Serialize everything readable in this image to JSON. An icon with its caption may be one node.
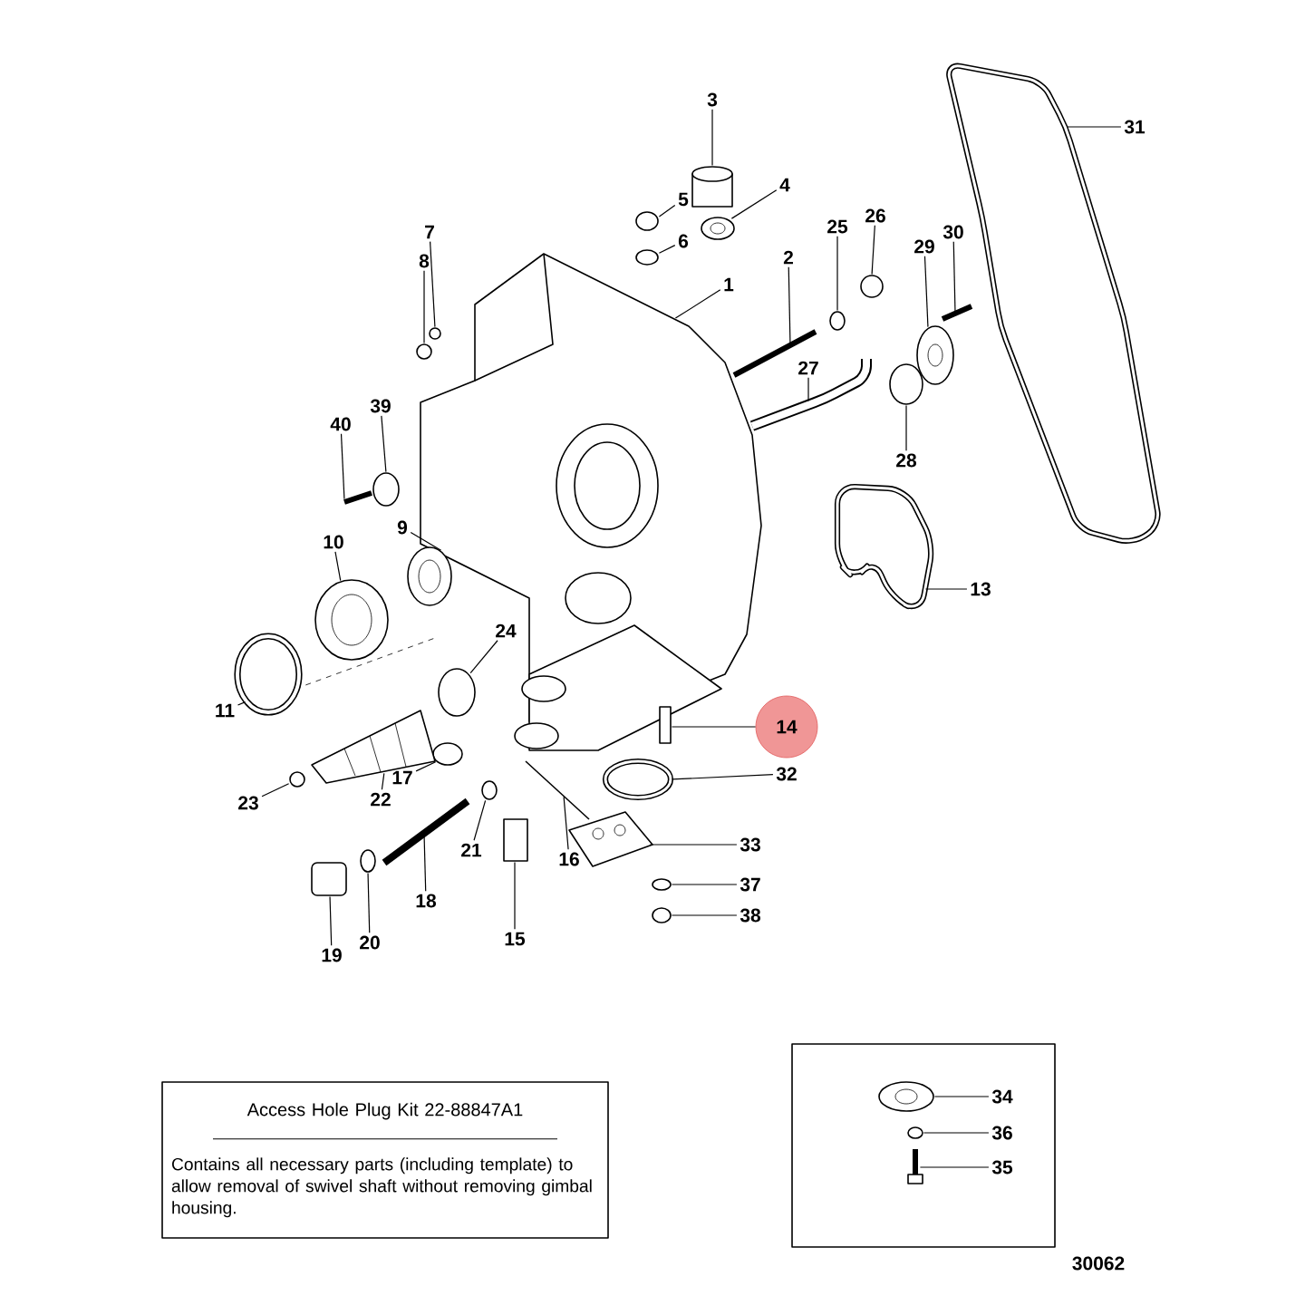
{
  "diagram": {
    "nodes": [
      {
        "text": [
          "1"
        ]
      },
      {
        "text": [
          "2"
        ]
      },
      {
        "text": [
          "3"
        ]
      },
      {
        "text": [
          "4"
        ]
      },
      {
        "text": [
          "5"
        ]
      },
      {
        "text": [
          "6"
        ]
      },
      {
        "text": [
          "7"
        ]
      },
      {
        "text": [
          "8"
        ]
      },
      {
        "text": [
          "9"
        ]
      },
      {
        "text": [
          "10"
        ]
      },
      {
        "text": [
          "11"
        ]
      },
      {
        "text": [
          "13"
        ]
      },
      {
        "text": [
          "14"
        ]
      },
      {
        "text": [
          "15"
        ]
      },
      {
        "text": [
          "16"
        ]
      },
      {
        "text": [
          "17"
        ]
      },
      {
        "text": [
          "18"
        ]
      },
      {
        "text": [
          "19"
        ]
      },
      {
        "text": [
          "20"
        ]
      },
      {
        "text": [
          "21"
        ]
      },
      {
        "text": [
          "22"
        ]
      },
      {
        "text": [
          "23"
        ]
      },
      {
        "text": [
          "24"
        ]
      },
      {
        "text": [
          "25"
        ]
      },
      {
        "text": [
          "26"
        ]
      },
      {
        "text": [
          "27"
        ]
      },
      {
        "text": [
          "28"
        ]
      },
      {
        "text": [
          "29"
        ]
      },
      {
        "text": [
          "30"
        ]
      },
      {
        "text": [
          "31"
        ]
      },
      {
        "text": [
          "32"
        ]
      },
      {
        "text": [
          "33"
        ]
      },
      {
        "text": [],
        "shape": "box"
      },
      {
        "text": [
          "34"
        ],
        "in": 32
      },
      {
        "text": [
          "36"
        ],
        "in": 32
      },
      {
        "text": [
          "35"
        ],
        "in": 32
      },
      {
        "text": [
          "37"
        ]
      },
      {
        "text": [
          "38"
        ]
      },
      {
        "text": [
          "39"
        ]
      },
      {
        "text": [
          "40"
        ]
      },
      {
        "text": [
          "Access Hole Plug Kit 22-88847A1",
          "Contains all necessary parts (including template) to allow removal of swivel shaft without removing gimbal housing."
        ]
      },
      {
        "text": [],
        "shape": "picture"
      },
      {
        "text": [],
        "shape": "picture"
      },
      {
        "text": [],
        "shape": "cylinder"
      },
      {
        "text": [],
        "shape": "circle"
      },
      {
        "text": [],
        "shape": "circle"
      },
      {
        "text": [],
        "shape": "circle"
      },
      {
        "text": [],
        "shape": "circle"
      },
      {
        "text": [],
        "shape": "circle"
      },
      {
        "text": [],
        "shape": "circle"
      },
      {
        "text": [],
        "shape": "circle"
      },
      {
        "text": [],
        "shape": "circle"
      },
      {
        "text": [],
        "shape": "picture"
      },
      {
        "text": [],
        "shape": "box"
      },
      {
        "text": [],
        "shape": "box"
      },
      {
        "text": [],
        "shape": "picture"
      },
      {
        "text": [],
        "shape": "circle"
      },
      {
        "text": [],
        "shape": "picture"
      },
      {
        "text": [],
        "shape": "box"
      },
      {
        "text": [],
        "shape": "circle"
      },
      {
        "text": [],
        "shape": "circle"
      },
      {
        "text": [],
        "shape": "picture"
      },
      {
        "text": [],
        "shape": "circle"
      },
      {
        "text": [],
        "shape": "circle"
      },
      {
        "text": [],
        "shape": "circle"
      },
      {
        "text": [],
        "shape": "circle"
      },
      {
        "text": [],
        "shape": "picture"
      },
      {
        "text": [],
        "shape": "circle"
      },
      {
        "text": [],
        "shape": "circle"
      },
      {
        "text": [],
        "shape": "picture"
      },
      {
        "text": [],
        "shape": "picture"
      },
      {
        "text": [],
        "shape": "circle"
      },
      {
        "text": [],
        "shape": "picture"
      },
      {
        "text": [],
        "shape": "circle",
        "in": 32
      },
      {
        "text": [],
        "shape": "circle",
        "in": 32
      },
      {
        "text": [],
        "shape": "picture",
        "in": 32
      },
      {
        "text": [],
        "shape": "circle"
      },
      {
        "text": [],
        "shape": "circle"
      },
      {
        "text": [],
        "shape": "circle"
      },
      {
        "text": [],
        "shape": "picture"
      }
    ],
    "edges": [
      {
        "from": 0,
        "to": 41,
        "arrow": "none"
      },
      {
        "from": 1,
        "to": 42,
        "arrow": "none"
      },
      {
        "from": 2,
        "to": 43,
        "arrow": "none"
      },
      {
        "from": 3,
        "to": 44,
        "arrow": "none"
      },
      {
        "from": 4,
        "to": 45,
        "arrow": "none"
      },
      {
        "from": 5,
        "to": 46,
        "arrow": "none"
      },
      {
        "from": 6,
        "to": 47,
        "arrow": "none"
      },
      {
        "from": 7,
        "to": 48,
        "arrow": "none"
      },
      {
        "from": 8,
        "to": 49,
        "arrow": "none"
      },
      {
        "from": 9,
        "to": 50,
        "arrow": "none"
      },
      {
        "from": 10,
        "to": 51,
        "arrow": "none"
      },
      {
        "from": 11,
        "to": 52,
        "arrow": "none"
      },
      {
        "from": 12,
        "to": 53,
        "arrow": "none"
      },
      {
        "from": 13,
        "to": 54,
        "arrow": "none"
      },
      {
        "from": 14,
        "to": 55,
        "arrow": "none"
      },
      {
        "from": 15,
        "to": 56,
        "arrow": "none"
      },
      {
        "from": 16,
        "to": 57,
        "arrow": "none"
      },
      {
        "from": 17,
        "to": 58,
        "arrow": "none"
      },
      {
        "from": 18,
        "to": 59,
        "arrow": "none"
      },
      {
        "from": 19,
        "to": 60,
        "arrow": "none"
      },
      {
        "from": 20,
        "to": 61,
        "arrow": "none"
      },
      {
        "from": 21,
        "to": 62,
        "arrow": "none"
      },
      {
        "from": 22,
        "to": 63,
        "arrow": "none"
      },
      {
        "from": 23,
        "to": 64,
        "arrow": "none"
      },
      {
        "from": 24,
        "to": 65,
        "arrow": "none"
      },
      {
        "from": 25,
        "to": 66,
        "arrow": "none"
      },
      {
        "from": 26,
        "to": 67,
        "arrow": "none"
      },
      {
        "from": 27,
        "to": 68,
        "arrow": "none"
      },
      {
        "from": 28,
        "to": 69,
        "arrow": "none"
      },
      {
        "from": 29,
        "to": 70,
        "arrow": "none"
      },
      {
        "from": 30,
        "to": 71,
        "arrow": "none"
      },
      {
        "from": 31,
        "to": 72,
        "arrow": "none"
      },
      {
        "from": 33,
        "to": 73,
        "arrow": "none"
      },
      {
        "from": 34,
        "to": 74,
        "arrow": "none"
      },
      {
        "from": 35,
        "to": 75,
        "arrow": "none"
      },
      {
        "from": 36,
        "to": 76,
        "arrow": "none"
      },
      {
        "from": 37,
        "to": 77,
        "arrow": "none"
      },
      {
        "from": 38,
        "to": 78,
        "arrow": "none"
      },
      {
        "from": 39,
        "to": 79,
        "arrow": "none"
      }
    ],
    "labels": [
      "30062"
    ]
  }
}
